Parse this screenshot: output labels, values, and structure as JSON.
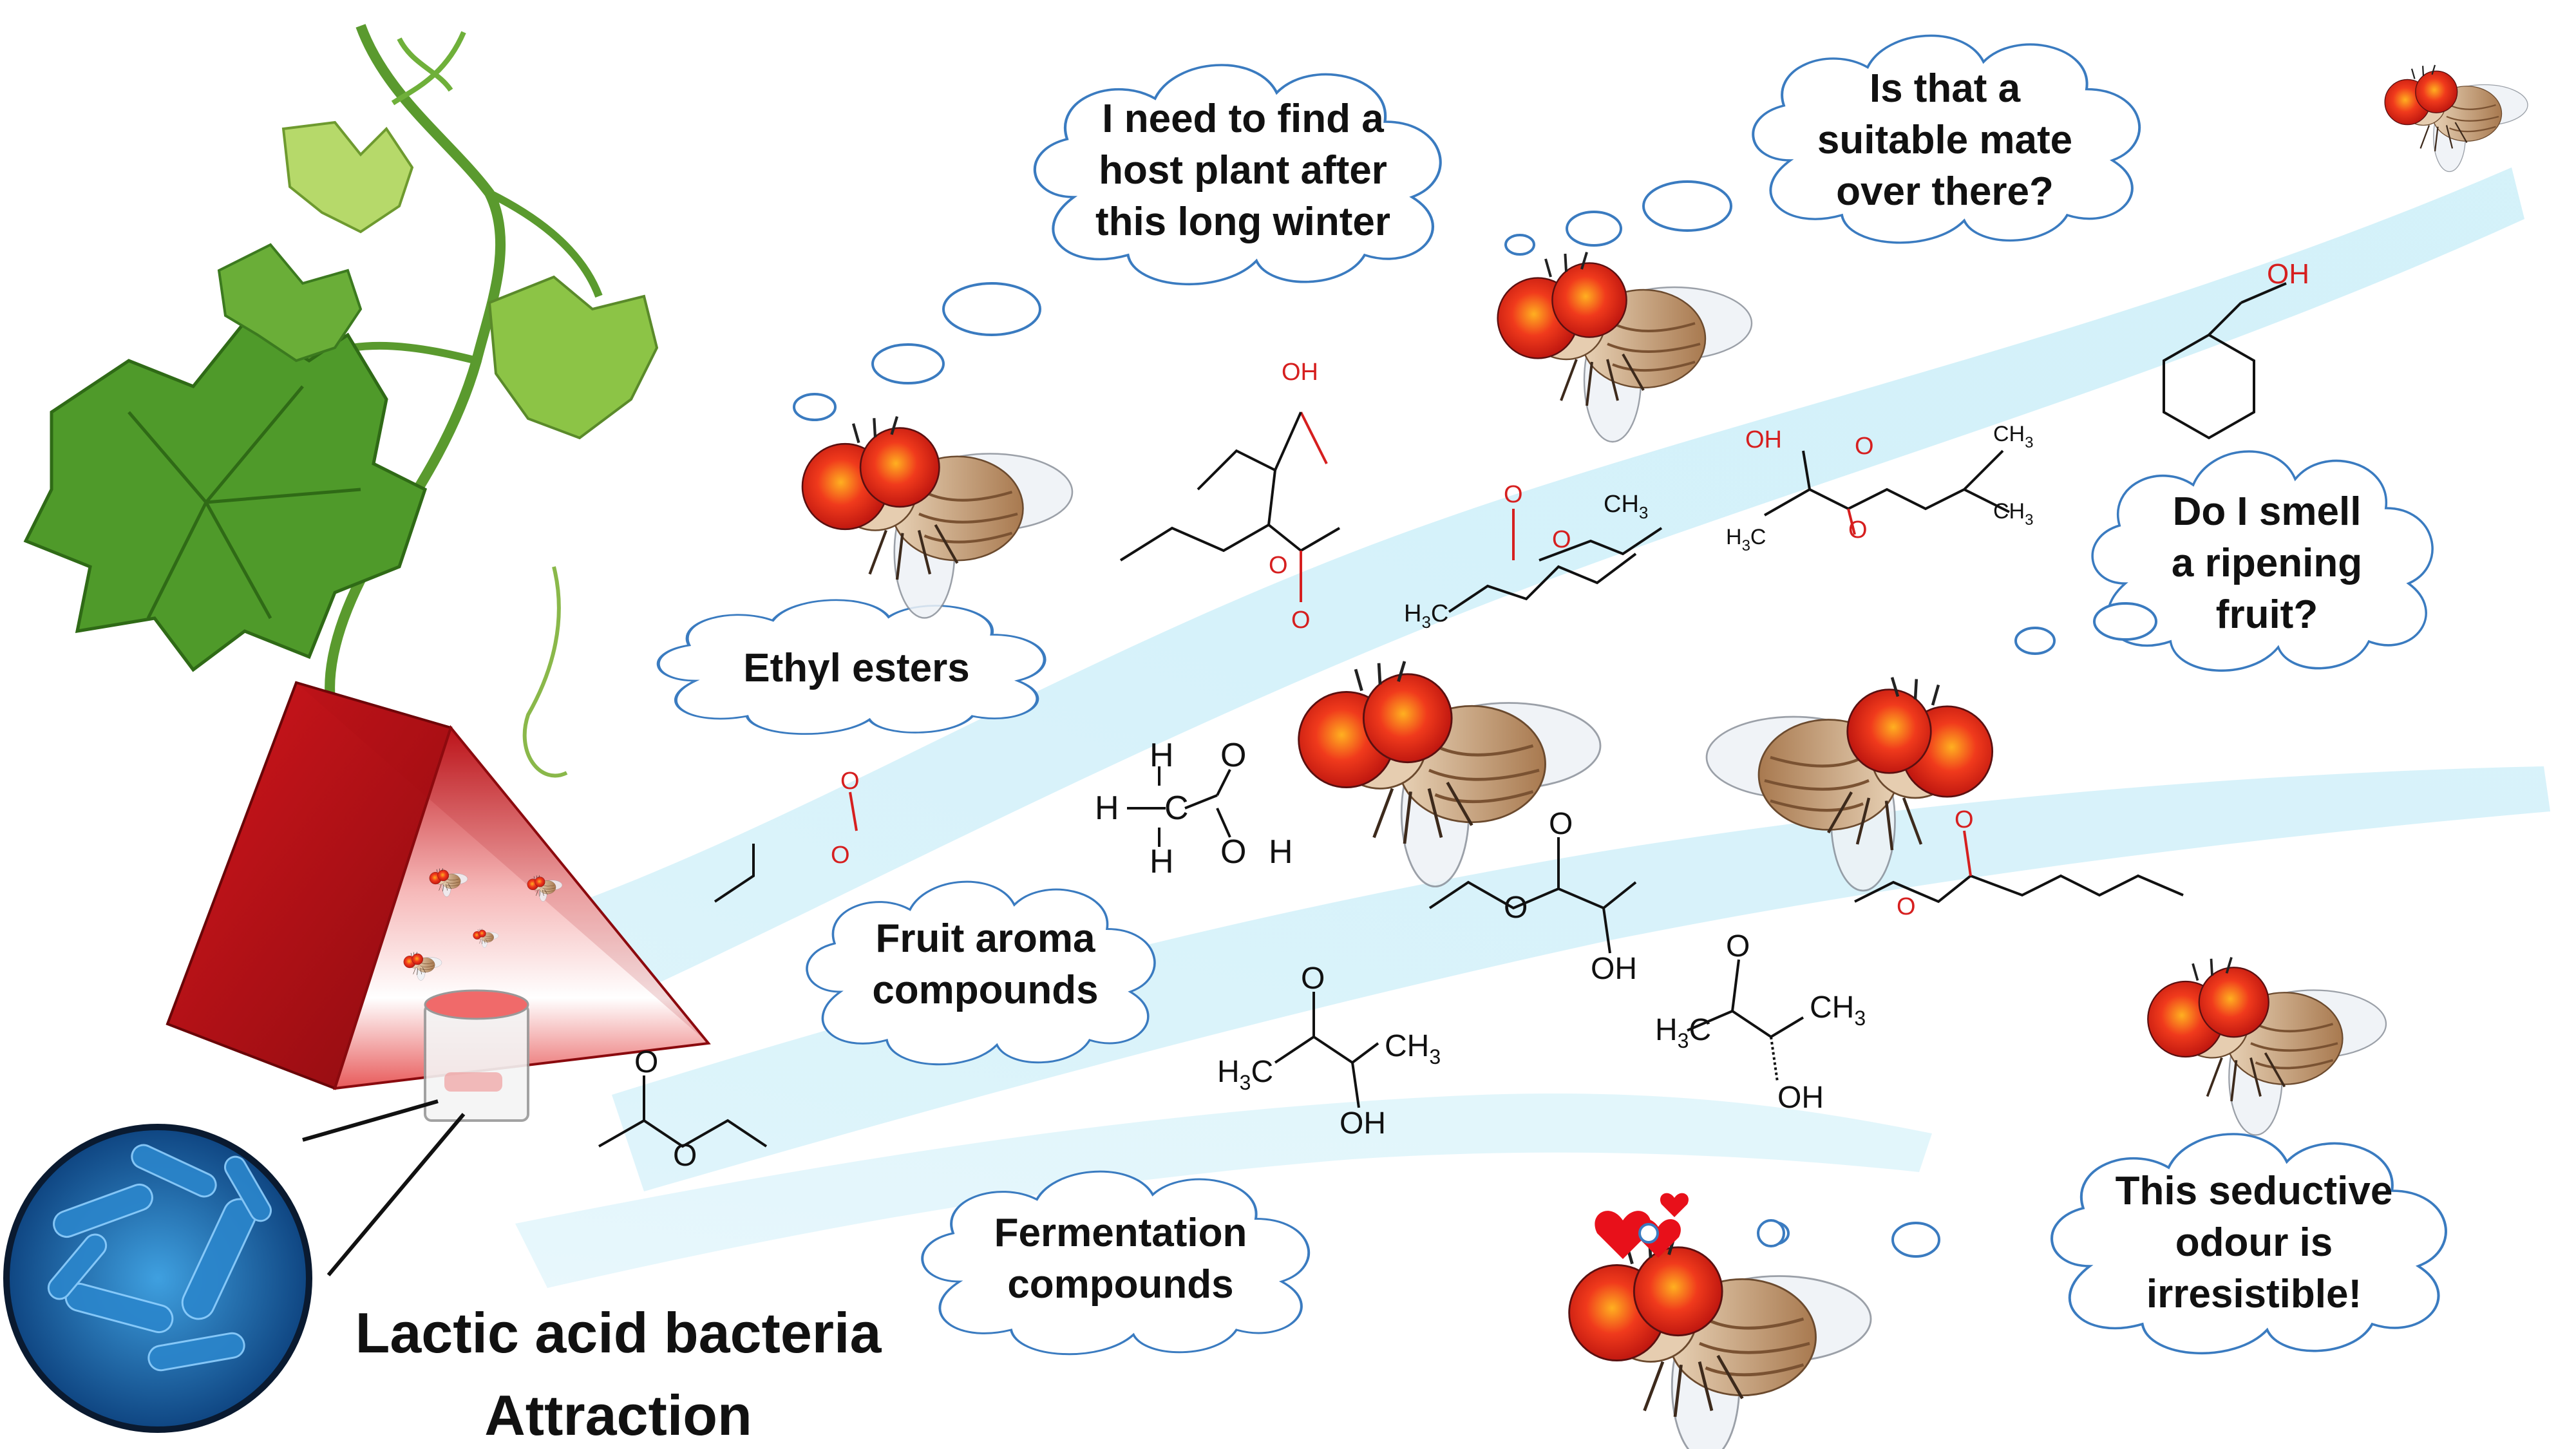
{
  "title": {
    "line1": "Lactic acid bacteria",
    "line2": "Attraction"
  },
  "thought_bubbles": {
    "host_plant": [
      "I need to find a",
      "host plant after",
      "this long winter"
    ],
    "mate": [
      "Is that a",
      "suitable mate",
      "over there?"
    ],
    "ripening": [
      "Do I smell",
      "a ripening",
      "fruit?"
    ],
    "seductive": [
      "This seductive",
      "odour is",
      "irresistible!"
    ]
  },
  "category_labels": {
    "ethyl_esters": [
      "Ethyl esters"
    ],
    "fruit_aroma": [
      "Fruit aroma",
      "compounds"
    ],
    "fermentation": [
      "Fermentation",
      "compounds"
    ]
  },
  "chemical_labels": {
    "oh": "OH",
    "o": "O",
    "h": "H",
    "ch3": "CH",
    "h3c": "H",
    "sub3": "3",
    "c": "C"
  },
  "colors": {
    "cloud_stroke": "#3a7bc0",
    "plume": "#7fd6ee",
    "trap_red": "#c0141a",
    "leaf_green": "#4f9a2a",
    "fly_eye": "#e8201a",
    "fly_body": "#c7a07a",
    "bacteria_blue": "#1f6fb0",
    "heart": "#e8101a"
  },
  "icons": [
    "grapevine-icon",
    "trap-icon",
    "fly-icon",
    "bacteria-icon",
    "heart-icon"
  ]
}
